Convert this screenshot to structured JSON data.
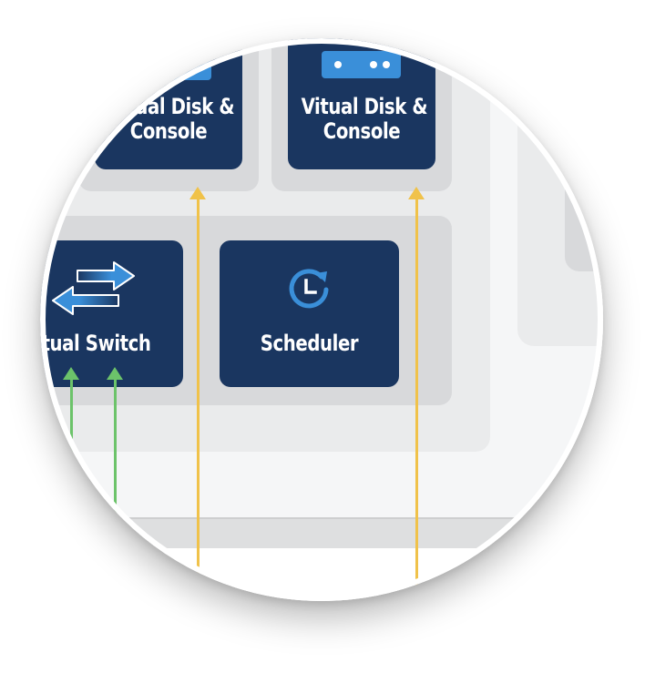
{
  "diagram": {
    "boxes": {
      "disk_left": {
        "label_line1": "Vitual Disk &",
        "label_line2": "Console",
        "icon": "server-disk-icon"
      },
      "disk_right": {
        "label_line1": "Vitual Disk &",
        "label_line2": "Console",
        "icon": "server-disk-icon"
      },
      "virtual_switch": {
        "label": "Virtual Switch",
        "icon": "switch-arrows-icon"
      },
      "scheduler": {
        "label": "Scheduler",
        "icon": "clock-refresh-icon"
      }
    },
    "colors": {
      "box": "#1a3660",
      "icon_accent": "#3a8fd9",
      "arrow_yellow": "#f0c24a",
      "arrow_green": "#6cc36a",
      "group_bg": "#d8d9db",
      "panel_bg": "#eaebec"
    }
  }
}
